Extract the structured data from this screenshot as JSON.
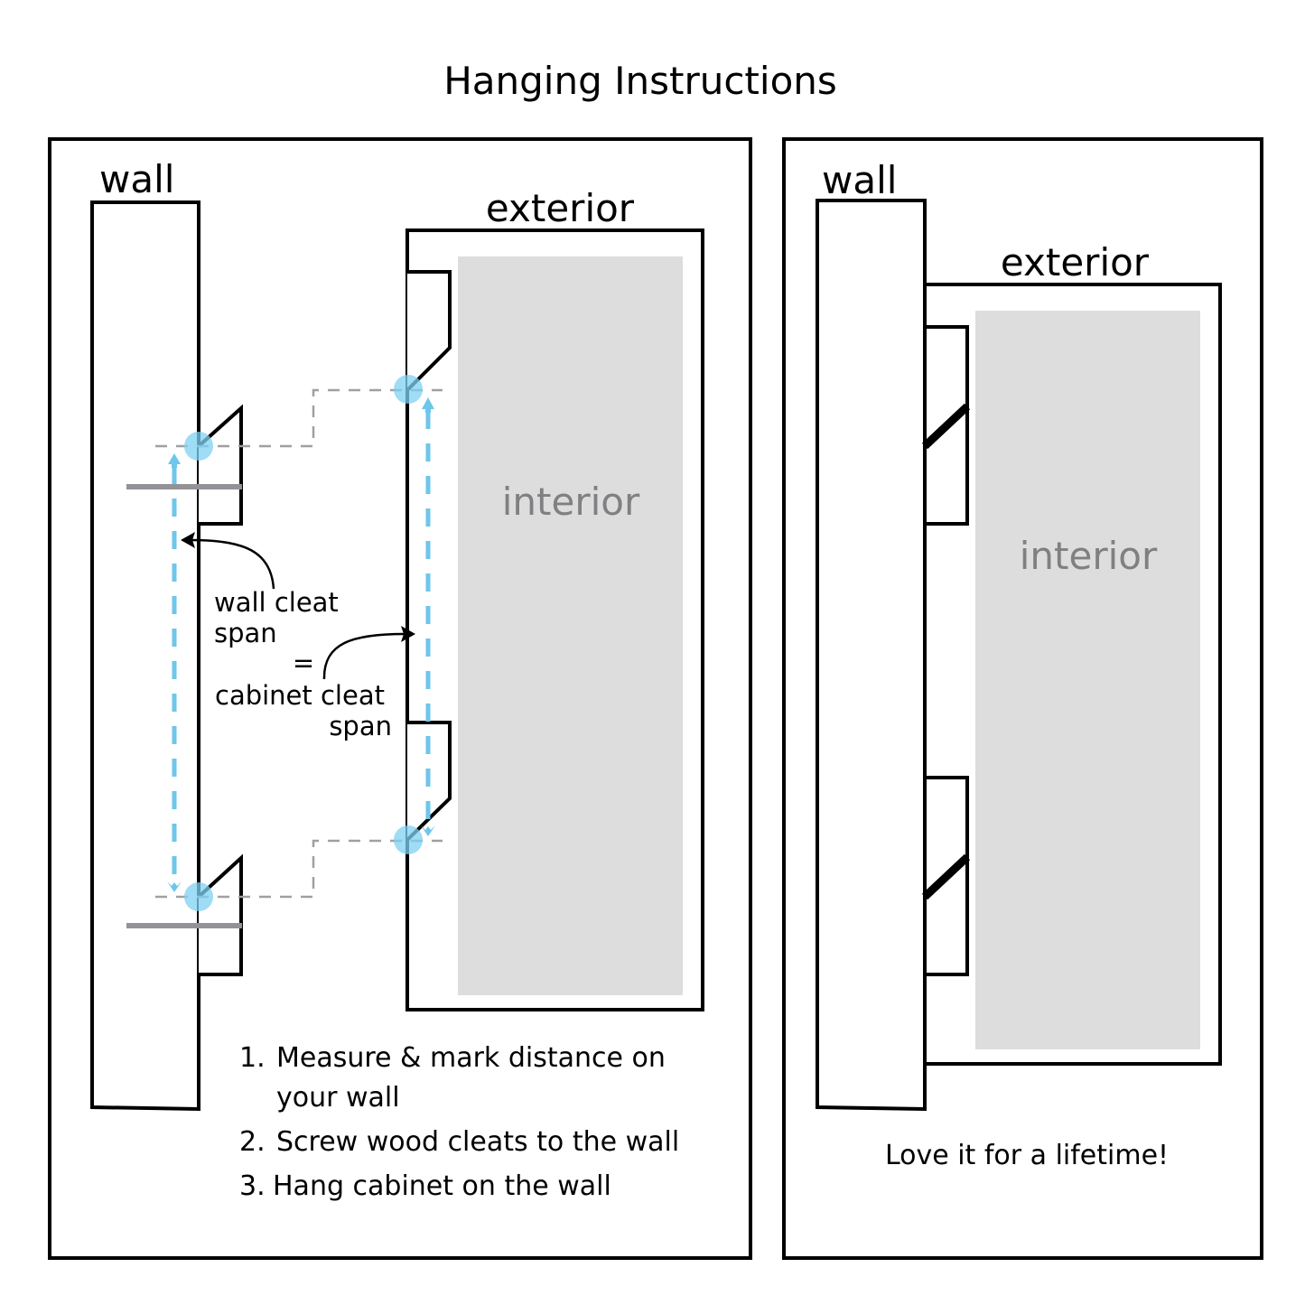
{
  "title": "Hanging Instructions",
  "left_panel": {
    "wall_label": "wall",
    "exterior_label": "exterior",
    "interior_label": "interior",
    "annotation": {
      "wall_span_line1": "wall cleat",
      "wall_span_line2": "span",
      "equals": "=",
      "cabinet_span_line1": "cabinet cleat",
      "cabinet_span_line2": "span"
    },
    "steps": [
      {
        "number": "1.",
        "line1": "Measure & mark distance on",
        "line2": "your wall"
      },
      {
        "number": "2.",
        "line1": "Screw wood cleats to the wall"
      },
      {
        "number": "3.",
        "line1": "Hang cabinet on the wall"
      }
    ]
  },
  "right_panel": {
    "wall_label": "wall",
    "exterior_label": "exterior",
    "interior_label": "interior",
    "caption": "Love it for a lifetime!"
  },
  "colors": {
    "ink": "#000000",
    "interior_fill": "#dddddd",
    "interior_text": "#808083",
    "measure_blue": "#6ec6ea",
    "guide_grey": "#a0a0a0",
    "screw_grey": "#939397"
  }
}
